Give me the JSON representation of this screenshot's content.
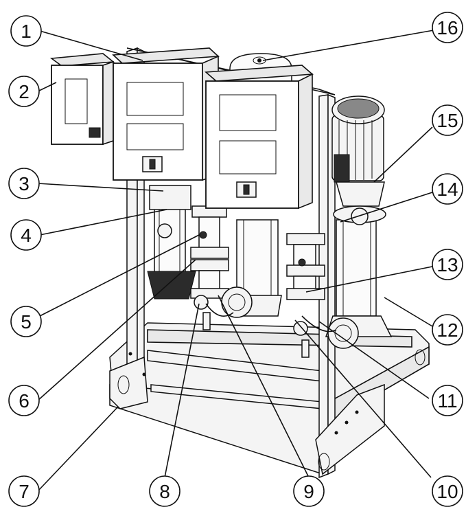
{
  "callouts": [
    {
      "id": "c1",
      "label": "1"
    },
    {
      "id": "c2",
      "label": "2"
    },
    {
      "id": "c3",
      "label": "3"
    },
    {
      "id": "c4",
      "label": "4"
    },
    {
      "id": "c5",
      "label": "5"
    },
    {
      "id": "c6",
      "label": "6"
    },
    {
      "id": "c7",
      "label": "7"
    },
    {
      "id": "c8",
      "label": "8"
    },
    {
      "id": "c9",
      "label": "9"
    },
    {
      "id": "c10",
      "label": "10"
    },
    {
      "id": "c11",
      "label": "11"
    },
    {
      "id": "c12",
      "label": "12"
    },
    {
      "id": "c13",
      "label": "13"
    },
    {
      "id": "c14",
      "label": "14"
    },
    {
      "id": "c15",
      "label": "15"
    },
    {
      "id": "c16",
      "label": "16"
    }
  ],
  "colors": {
    "line": "#111111",
    "background": "#ffffff",
    "panel_fill": "#ffffff",
    "shade": "#cfcfcf"
  }
}
